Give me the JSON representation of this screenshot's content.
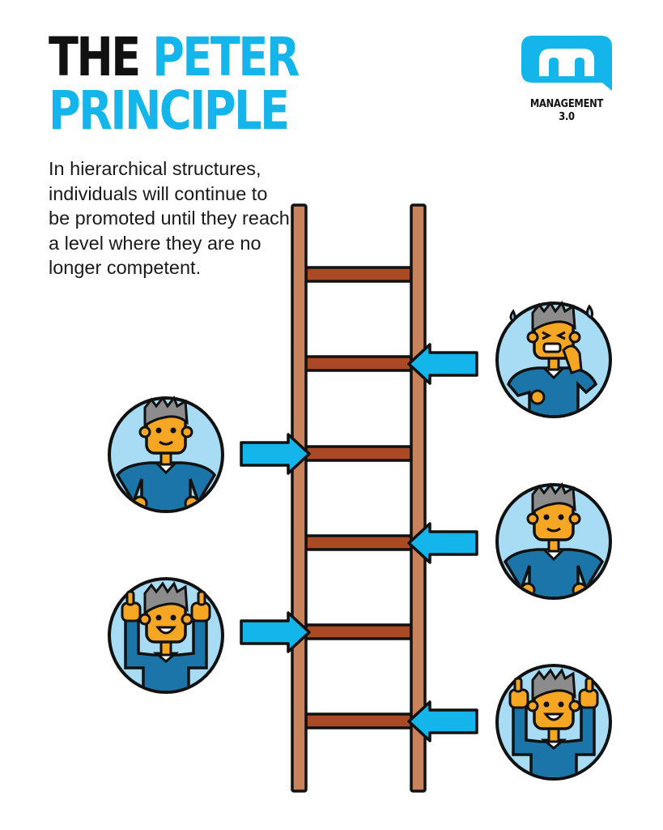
{
  "title": {
    "line1_black": "THE",
    "line1_blue": "PETER",
    "line2_blue": "PRINCIPLE"
  },
  "description": "In hierarchical structures, individuals will continue to be promoted until they reach a level where they are no longer competent.",
  "logo": {
    "icon": "management-3-0-m-speech-bubble",
    "text": "MANAGEMENT 3.0"
  },
  "colors": {
    "accent_blue": "#13b5ea",
    "title_black": "#111111",
    "ladder_rail": "#c9835a",
    "ladder_rung": "#a94a24",
    "circle_bg": "#a7dcf4",
    "shirt": "#1b75a8",
    "skin": "#f5a623",
    "hair": "#8c8c8c"
  },
  "figures": [
    {
      "side": "right",
      "rung": 2,
      "expression": "stressed-sweating",
      "pose": "hand-on-chin"
    },
    {
      "side": "left",
      "rung": 3,
      "expression": "smiling",
      "pose": "hands-on-hips"
    },
    {
      "side": "right",
      "rung": 4,
      "expression": "smiling",
      "pose": "hands-on-hips"
    },
    {
      "side": "left",
      "rung": 5,
      "expression": "grinning",
      "pose": "thumbs-up"
    },
    {
      "side": "right",
      "rung": 6,
      "expression": "grinning",
      "pose": "thumbs-up"
    }
  ]
}
